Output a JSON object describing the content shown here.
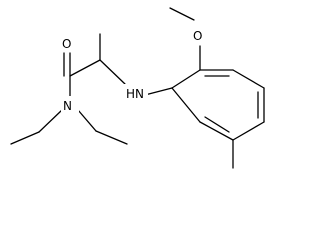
{
  "molecule": {
    "atoms": {
      "carbonyl_oxygen": "O",
      "amide_nitrogen": "N",
      "amine_nitrogen": "HN",
      "ether_oxygen": "O"
    }
  },
  "colors": {
    "bond": "#000000",
    "background": "#ffffff"
  }
}
